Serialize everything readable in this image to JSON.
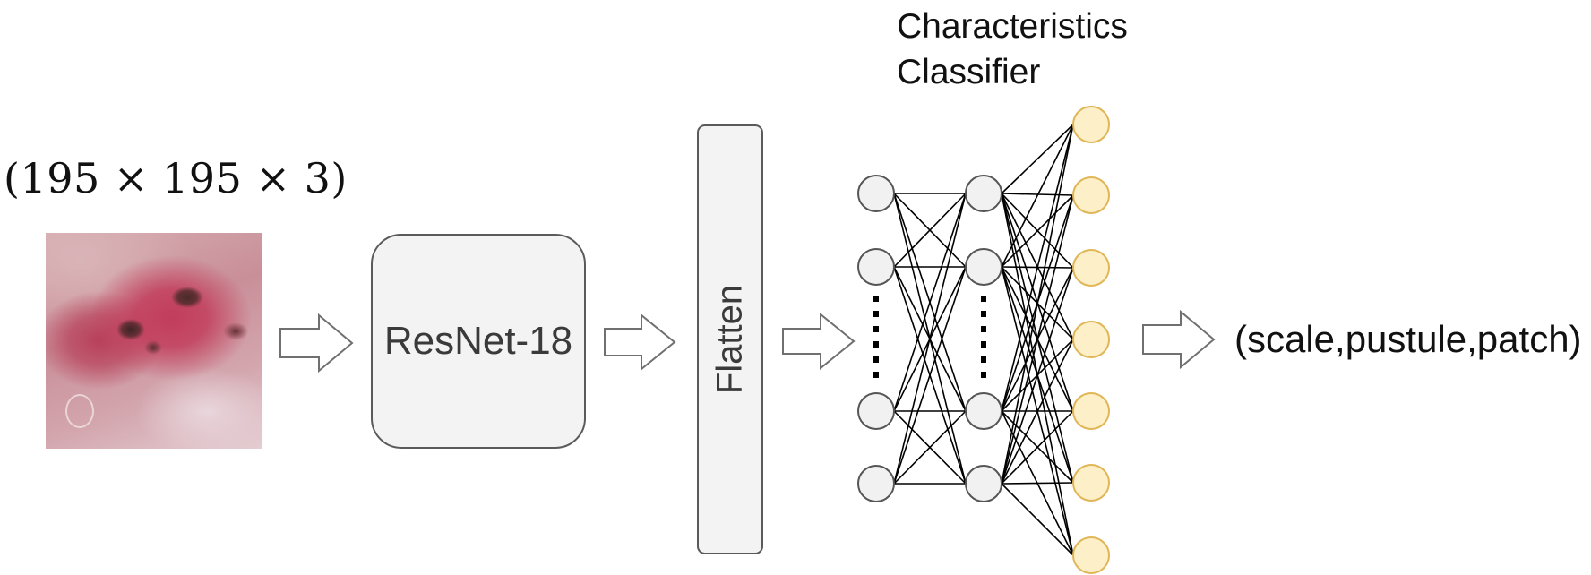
{
  "input": {
    "dimensions_label": "(195 × 195 × 3)"
  },
  "backbone": {
    "label": "ResNet-18"
  },
  "flatten": {
    "label": "Flatten"
  },
  "classifier": {
    "title_line1": "Characteristics",
    "title_line2": "Classifier",
    "layers": [
      {
        "name": "hidden-1",
        "node_count_shown": 4,
        "has_ellipsis": true
      },
      {
        "name": "hidden-2",
        "node_count_shown": 4,
        "has_ellipsis": true
      },
      {
        "name": "output",
        "node_count_shown": 7,
        "has_ellipsis": false
      }
    ]
  },
  "output": {
    "label": "(scale,pustule,patch)"
  },
  "colors": {
    "box_fill": "#f3f3f3",
    "box_stroke": "#5a5a5a",
    "hidden_node_fill": "#f1f1f1",
    "hidden_node_stroke": "#555555",
    "output_node_fill": "#fdefc7",
    "output_node_stroke": "#e0b656",
    "edge": "#000000"
  }
}
